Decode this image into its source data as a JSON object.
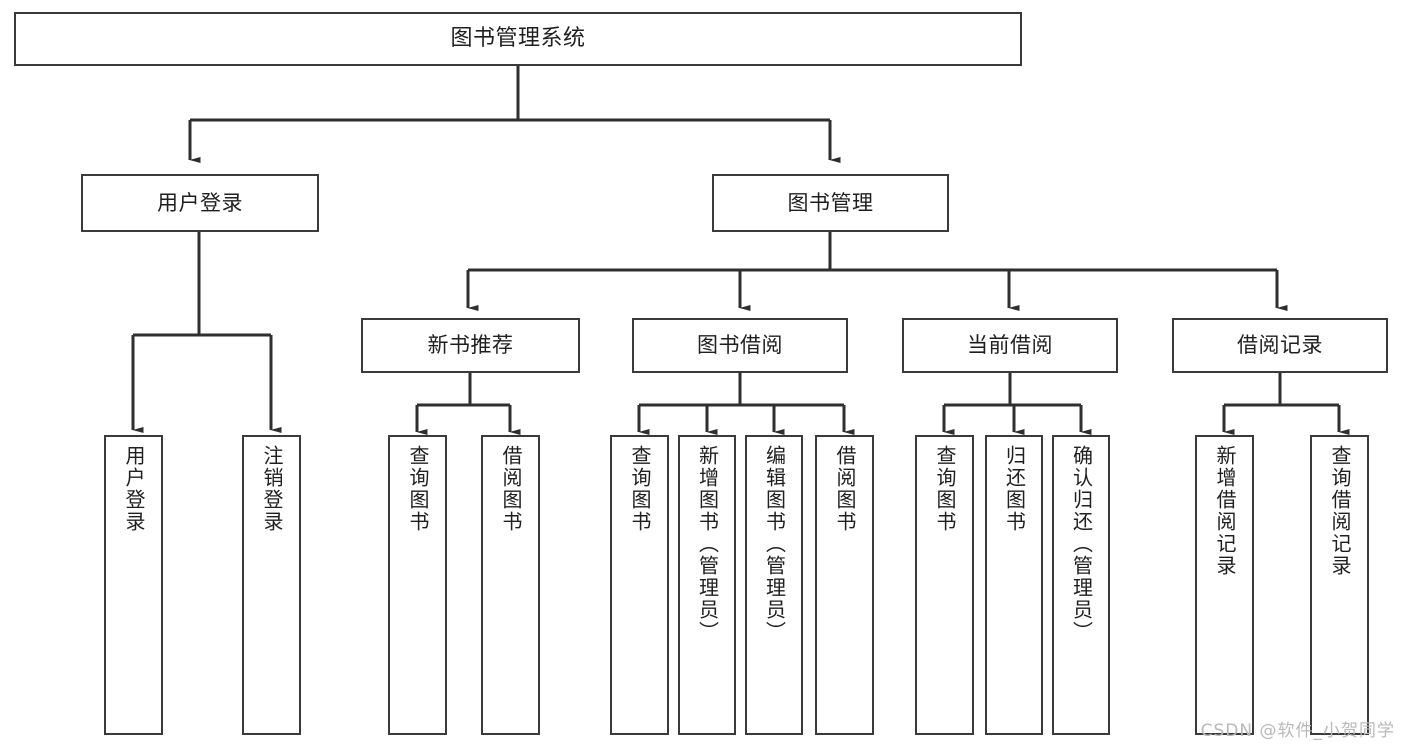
{
  "diagram": {
    "type": "tree",
    "title": "图书管理系统",
    "watermark": "CSDN @软件_小贺同学",
    "colors": {
      "stroke": "#3a3a3a",
      "fill": "#ffffff",
      "text": "#1f1f1f",
      "watermark": "#b9b9b9"
    },
    "nodes": {
      "root": {
        "label": "图书管理系统",
        "level": 0
      },
      "level1": [
        {
          "id": "user-login",
          "label": "用户登录"
        },
        {
          "id": "book-manage",
          "label": "图书管理"
        }
      ],
      "level2": [
        {
          "id": "new-book-recommend",
          "label": "新书推荐",
          "parent": "book-manage"
        },
        {
          "id": "book-borrow",
          "label": "图书借阅",
          "parent": "book-manage"
        },
        {
          "id": "current-borrow",
          "label": "当前借阅",
          "parent": "book-manage"
        },
        {
          "id": "borrow-record",
          "label": "借阅记录",
          "parent": "book-manage"
        }
      ],
      "leaves": [
        {
          "id": "leaf-user-login",
          "label": "用户登录",
          "parent": "user-login"
        },
        {
          "id": "leaf-user-logout",
          "label": "注销登录",
          "parent": "user-login"
        },
        {
          "id": "leaf-query-book-1",
          "label": "查询图书",
          "parent": "new-book-recommend"
        },
        {
          "id": "leaf-borrow-book-1",
          "label": "借阅图书",
          "parent": "new-book-recommend"
        },
        {
          "id": "leaf-query-book-2",
          "label": "查询图书",
          "parent": "book-borrow"
        },
        {
          "id": "leaf-add-book",
          "label": "新增图书（管理员）",
          "parent": "book-borrow"
        },
        {
          "id": "leaf-edit-book",
          "label": "编辑图书（管理员）",
          "parent": "book-borrow"
        },
        {
          "id": "leaf-borrow-book-2",
          "label": "借阅图书",
          "parent": "book-borrow"
        },
        {
          "id": "leaf-query-book-3",
          "label": "查询图书",
          "parent": "current-borrow"
        },
        {
          "id": "leaf-return-book",
          "label": "归还图书",
          "parent": "current-borrow"
        },
        {
          "id": "leaf-confirm-return",
          "label": "确认归还（管理员）",
          "parent": "current-borrow"
        },
        {
          "id": "leaf-add-record",
          "label": "新增借阅记录",
          "parent": "borrow-record"
        },
        {
          "id": "leaf-query-record",
          "label": "查询借阅记录",
          "parent": "borrow-record"
        }
      ]
    }
  }
}
